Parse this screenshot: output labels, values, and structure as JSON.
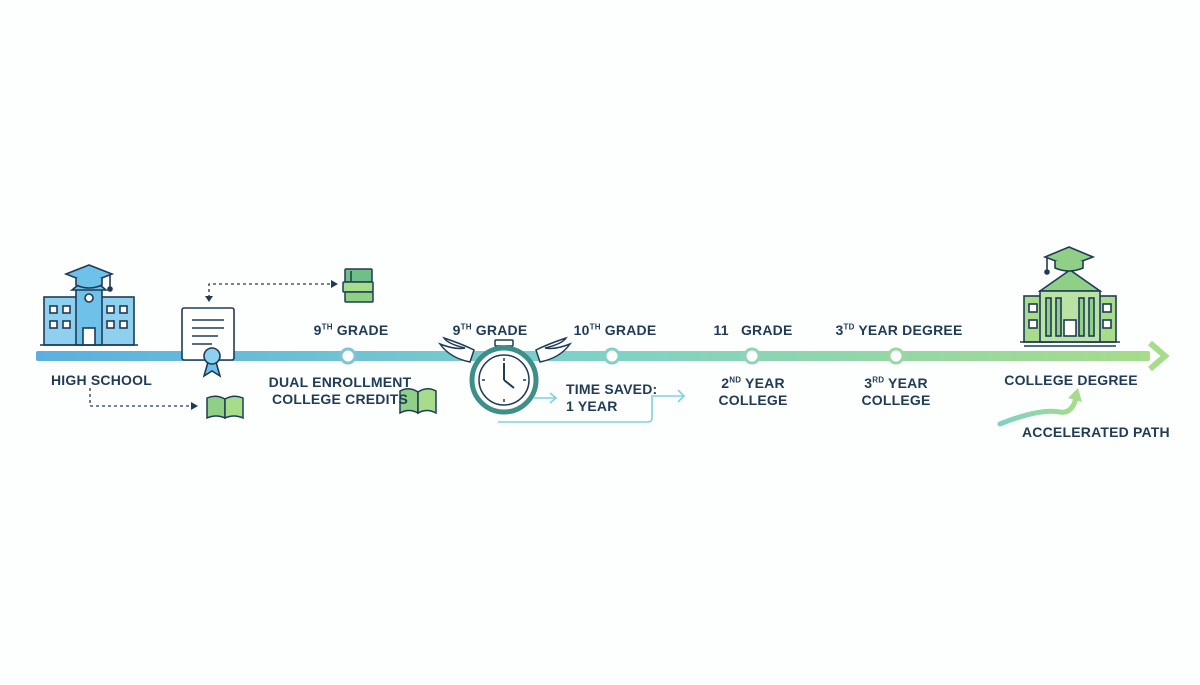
{
  "labels": {
    "high_school": "High School",
    "dual_line1": "Dual Enrollment",
    "dual_line2": "College Credits",
    "grade9_a": {
      "num": "9",
      "sup": "TH",
      "rest": "Grade"
    },
    "grade9_b": {
      "num": "9",
      "sup": "TH",
      "rest": "Grade"
    },
    "grade10": {
      "num": "10",
      "sup": "TH",
      "rest": "Grade"
    },
    "grade11": {
      "num": "11",
      "rest": "Grade"
    },
    "year3_degree": {
      "num": "3",
      "sup": "TD",
      "rest": "Year Degree"
    },
    "year2_college": {
      "num": "2",
      "sup": "ND",
      "rest": "Year",
      "line2": "College"
    },
    "year3_college": {
      "num": "3",
      "sup": "RD",
      "rest": "Year",
      "line2": "College"
    },
    "time_saved_line1": "Time Saved:",
    "time_saved_line2": "1 Year",
    "college_degree": "College Degree",
    "accelerated_path": "Accelerated Path"
  },
  "colors": {
    "timeline_start": "#5ab0e0",
    "timeline_mid": "#7fd1c7",
    "timeline_end": "#a6dc8a",
    "ink": "#1f3b57",
    "icon_blue": "#6ec1e8",
    "icon_green": "#8fcf86",
    "teal": "#3d8f8a"
  },
  "icons": [
    "high-school-building-icon",
    "graduation-cap-icon",
    "diploma-certificate-icon",
    "book-stack-icon",
    "open-book-icon",
    "winged-stopwatch-icon",
    "university-building-icon",
    "arrow-icon"
  ]
}
